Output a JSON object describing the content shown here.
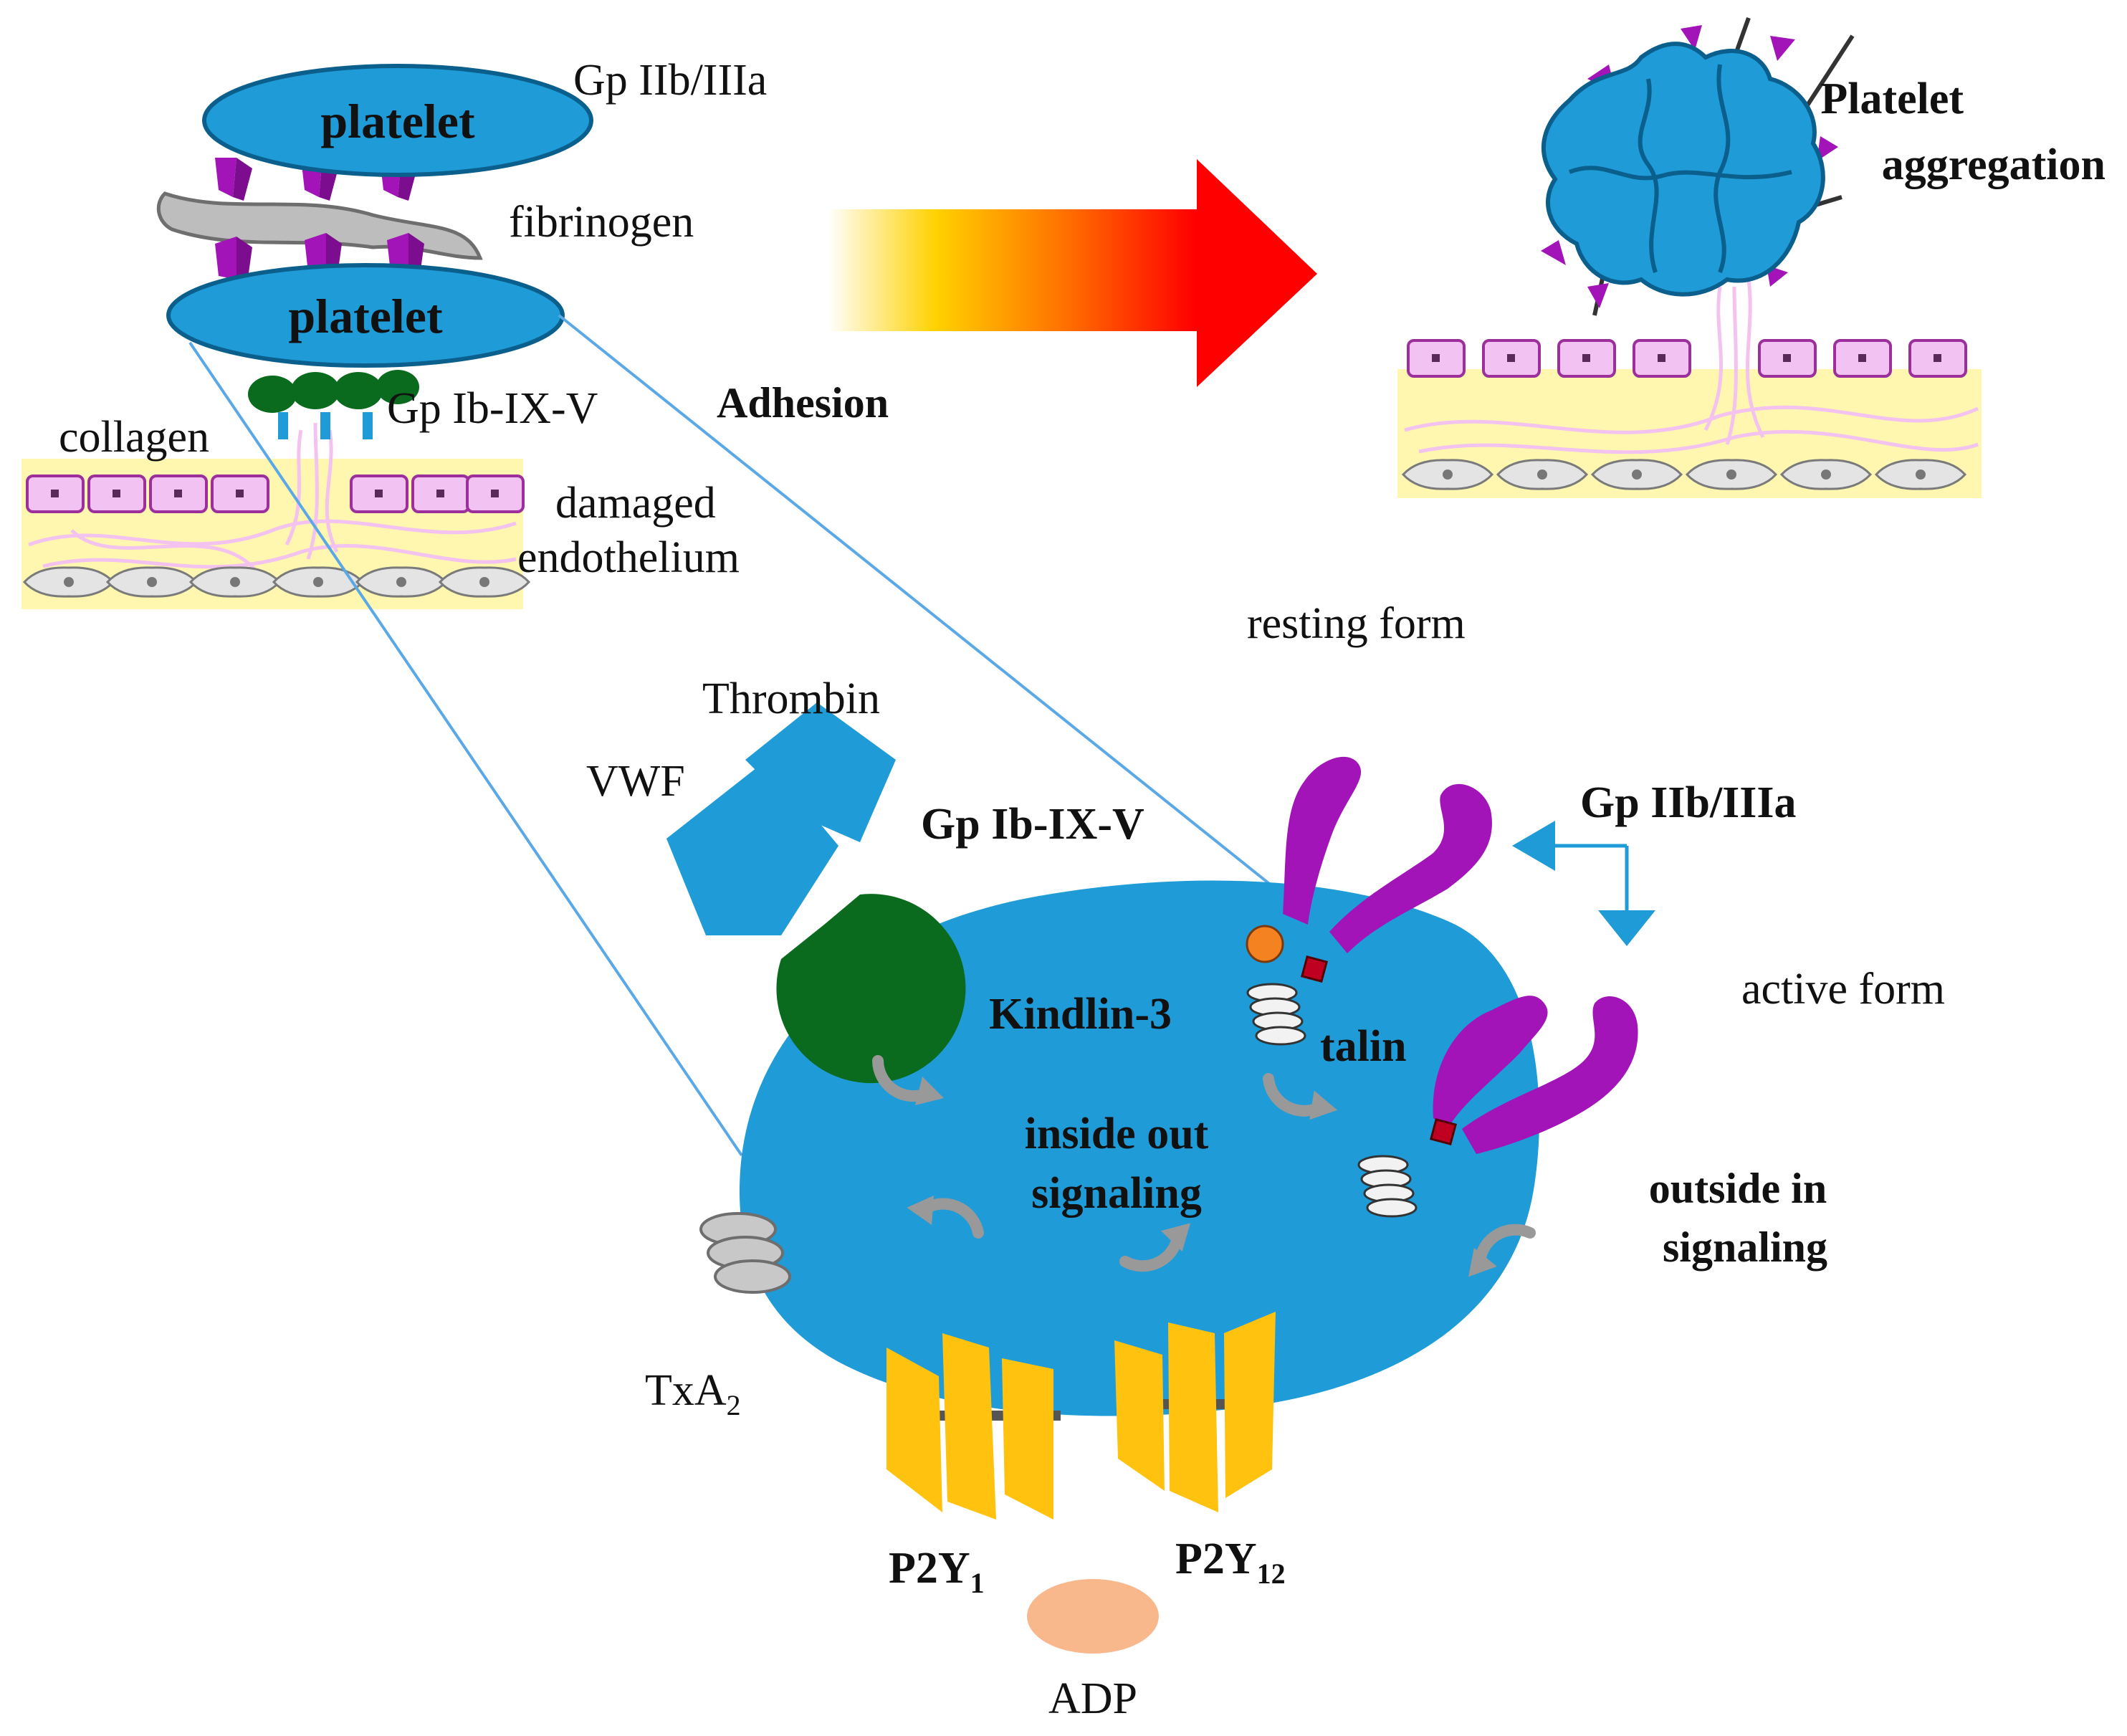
{
  "labels": {
    "platelet_top": "platelet",
    "platelet_bottom": "platelet",
    "gp_iib_iiia_top": "Gp IIb/IIIa",
    "fibrinogen": "fibrinogen",
    "gp_ib_ix_v_top": "Gp Ib-IX-V",
    "collagen": "collagen",
    "adhesion": "Adhesion",
    "damaged": "damaged",
    "endothelium": "endothelium",
    "platelet_aggregation_1": "Platelet",
    "platelet_aggregation_2": "aggregation",
    "resting_form": "resting form",
    "thrombin": "Thrombin",
    "vwf": "VWF",
    "gp_ib_ix_v_main": "Gp Ib-IX-V",
    "gp_iib_iiia_main": "Gp IIb/IIIa",
    "active_form": "active  form",
    "kindlin3": "Kindlin-3",
    "talin": "talin",
    "inside_out_1": "inside out",
    "inside_out_2": "signaling",
    "outside_in_1": "outside in",
    "outside_in_2": "signaling",
    "txa2_main": "TxA",
    "txa2_sub": "2",
    "p2y1_main": "P2Y",
    "p2y1_sub": "1",
    "p2y12_main": "P2Y",
    "p2y12_sub": "12",
    "adp": "ADP"
  },
  "colors": {
    "platelet_blue": "#1f9bd7",
    "receptor_purple": "#a213b8",
    "gp_ib_green": "#0a6b1e",
    "p2y_yellow": "#ffc20e",
    "adp_orange": "#f9b88c",
    "endothelial_pink": "#f2c3f2",
    "subendothelium_yellow": "#fff7b0",
    "arrow_red": "#ff0000",
    "zoom_line": "#5aa9e6"
  }
}
